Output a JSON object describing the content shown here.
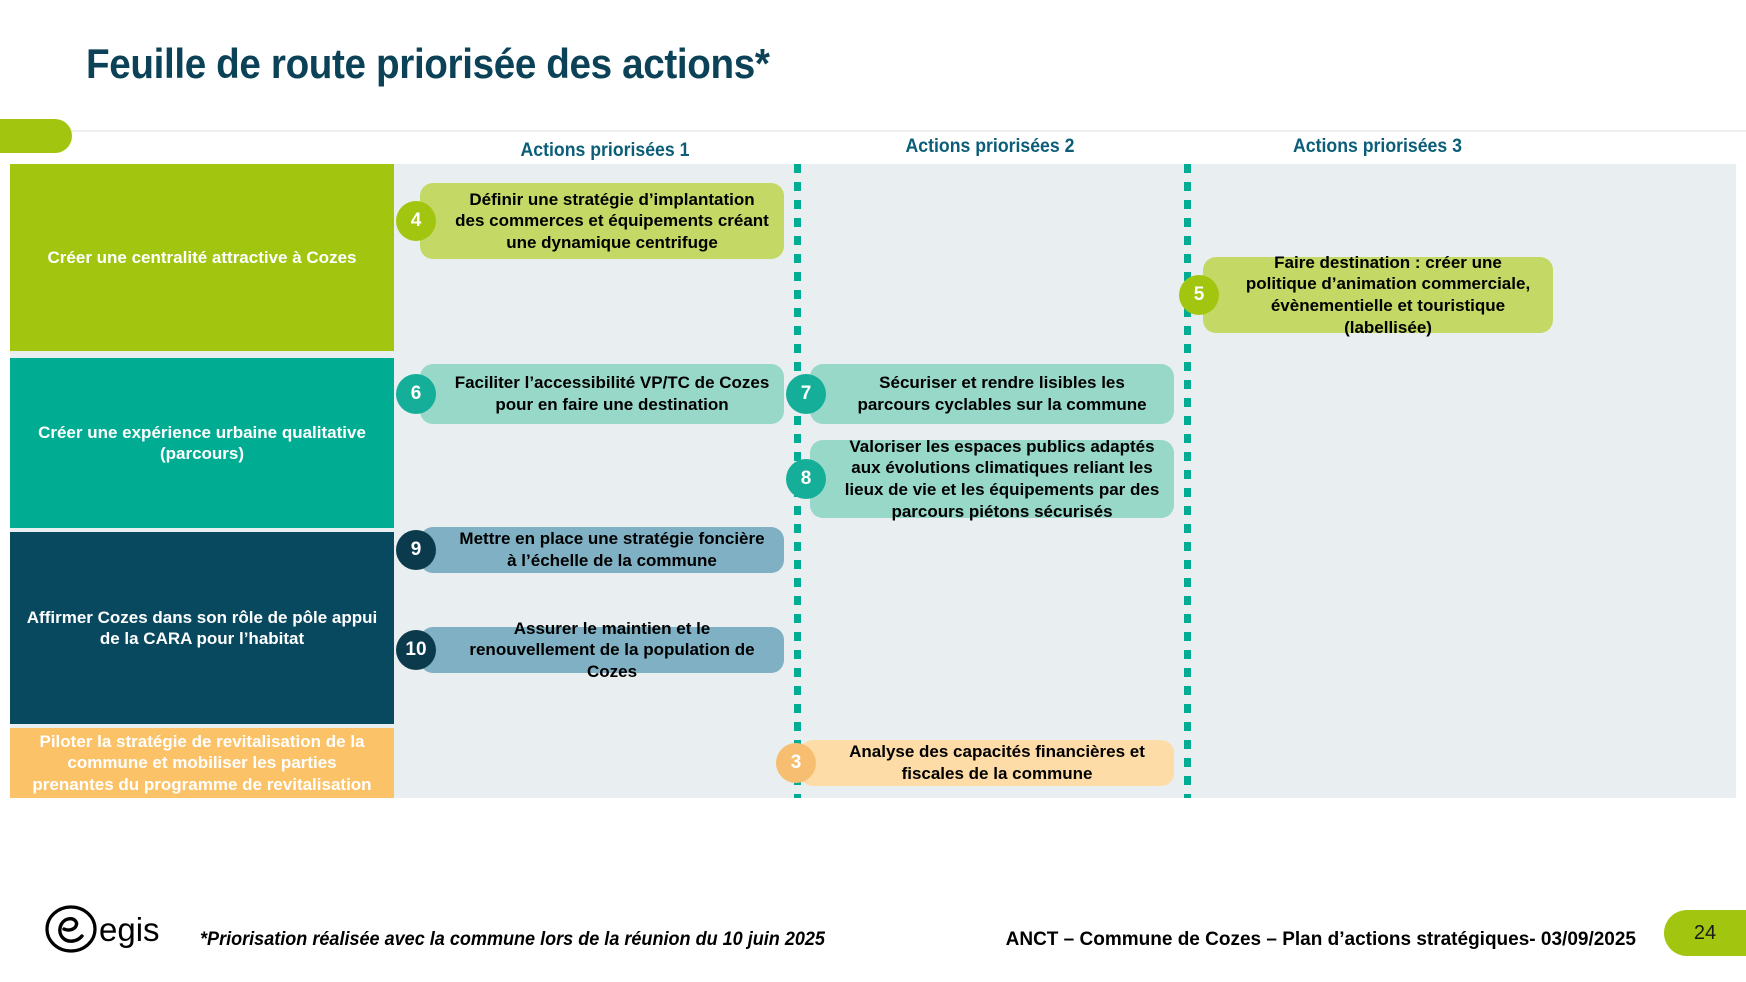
{
  "slide": {
    "title": "Feuille de route priorisée des actions*",
    "page_number": "24"
  },
  "columns": [
    {
      "label": "Actions priorisées 1"
    },
    {
      "label": "Actions priorisées 2"
    },
    {
      "label": "Actions priorisées 3"
    }
  ],
  "categories": [
    {
      "label": "Créer une centralité attractive à Cozes",
      "color": "#A2C510"
    },
    {
      "label": "Créer une expérience urbaine qualitative (parcours)",
      "color": "#00AD93"
    },
    {
      "label": "Affirmer Cozes dans son rôle de pôle appui de la CARA pour l’habitat",
      "color": "#08495F"
    },
    {
      "label": "Piloter la stratégie de revitalisation de la commune et mobiliser les parties prenantes du programme de revitalisation",
      "color": "#FBC267"
    }
  ],
  "cards": {
    "a4": {
      "number": "4",
      "text": "Définir une stratégie d’implantation des commerces et équipements créant une dynamique centrifuge",
      "fill": "#C4D865",
      "badge": "#A2C510"
    },
    "a5": {
      "number": "5",
      "text": "Faire destination : créer une politique d’animation commerciale, évènementielle et touristique (labellisée)",
      "fill": "#C4D865",
      "badge": "#A2C510"
    },
    "a6": {
      "number": "6",
      "text": "Faciliter l’accessibilité VP/TC de Cozes pour en faire une destination",
      "fill": "#98D8C8",
      "badge": "#15AE98"
    },
    "a7": {
      "number": "7",
      "text": "Sécuriser et rendre lisibles les parcours cyclables sur la commune",
      "fill": "#98D8C8",
      "badge": "#15AE98"
    },
    "a8": {
      "number": "8",
      "text": "Valoriser les espaces publics adaptés aux évolutions climatiques reliant les lieux de vie et les équipements par des parcours piétons sécurisés",
      "fill": "#98D8C8",
      "badge": "#15AE98"
    },
    "a9": {
      "number": "9",
      "text": "Mettre en place une stratégie foncière à l’échelle de la commune",
      "fill": "#7FB0C3",
      "badge": "#0B3A4D"
    },
    "a10": {
      "number": "10",
      "text": "Assurer le maintien et le renouvellement de la population de Cozes",
      "fill": "#7FB0C3",
      "badge": "#0B3A4D"
    },
    "a3": {
      "number": "3",
      "text": "Analyse des capacités financières et fiscales de la commune",
      "fill": "#FDDCA8",
      "badge": "#F7BE72"
    }
  },
  "footer": {
    "logo_text": "egis",
    "footnote": "*Priorisation réalisée avec la commune lors de la réunion du 10 juin 2025",
    "right_text": "ANCT – Commune de Cozes – Plan d’actions stratégiques- 03/09/2025"
  },
  "theme": {
    "title_color": "#0B4257",
    "column_header_color": "#0B5D78",
    "grid_background": "#E9EFF0",
    "separator_color": "#00AD93"
  }
}
